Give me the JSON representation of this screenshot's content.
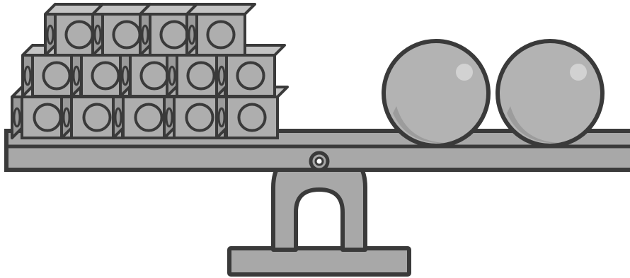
{
  "scene": {
    "description_hidden": "",
    "colors": {
      "outline": "#3a3a3a",
      "cube_face": "#aeaeae",
      "cube_top": "#c4c4c4",
      "cube_side": "#9a9a9a",
      "plank": "#a8a8a8",
      "stand": "#a8a8a8",
      "sphere": "#b3b3b3",
      "sphere_shade": "#9c9c9c",
      "sphere_highlight": "#d2d2d2",
      "background": "#ffffff"
    },
    "left_pan": {
      "object": "connecting-cube",
      "count": 14,
      "rows": [
        5,
        5,
        4
      ]
    },
    "right_pan": {
      "object": "sphere",
      "count": 2
    },
    "balance_state": "level"
  }
}
